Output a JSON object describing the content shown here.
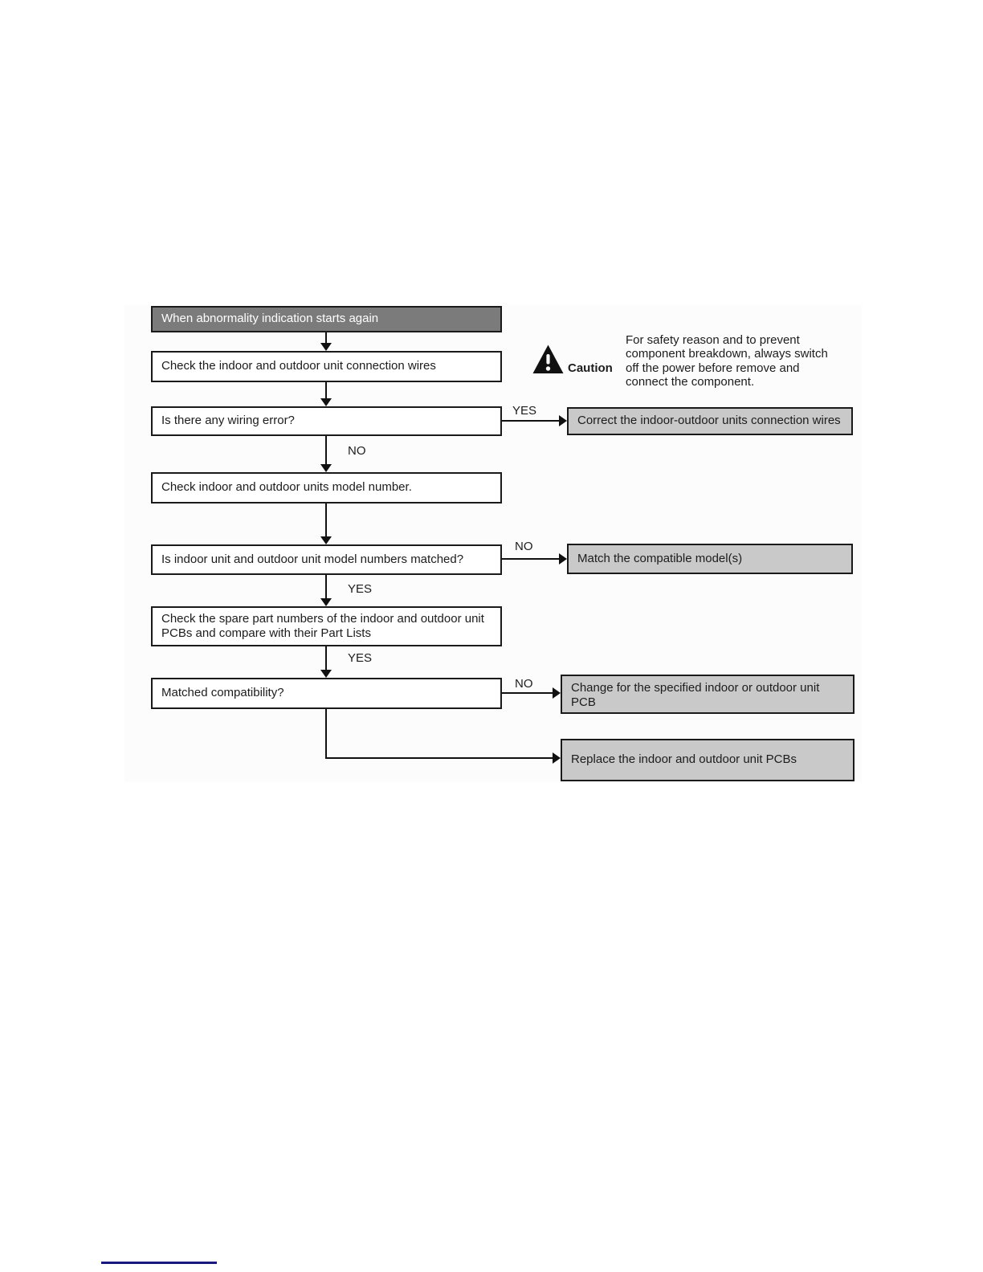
{
  "colors": {
    "page_bg": "#ffffff",
    "scan_bg": "#fcfcfc",
    "start_bg": "#7b7b7b",
    "start_text": "#ffffff",
    "process_bg": "#ffffff",
    "action_bg": "#c9c9c9",
    "border": "#1a1a1a",
    "text": "#1c1c1c",
    "line": "#111111",
    "footer_rule": "#191980"
  },
  "labels": {
    "yes": "YES",
    "no": "NO"
  },
  "caution": {
    "title": "Caution",
    "line1": "For safety reason and to prevent",
    "line2": "component breakdown, always switch",
    "line3": "off the power before remove and",
    "line4": "connect the component."
  },
  "flow": {
    "start": "When abnormality indication starts again",
    "check_wires": "Check the indoor and outdoor unit connection wires",
    "wiring_error_q": "Is there any wiring error?",
    "correct_wires": "Correct the indoor-outdoor units connection wires",
    "check_model": "Check indoor and outdoor units model number.",
    "model_matched_q": "Is indoor unit and outdoor unit model numbers matched?",
    "match_models": "Match the compatible model(s)",
    "check_spare_parts": "Check the spare part numbers of the indoor and outdoor unit PCBs and compare with their Part Lists",
    "matched_compat_q": "Matched compatibility?",
    "change_pcb": "Change for the specified indoor or outdoor unit PCB",
    "replace_pcbs": "Replace the indoor and outdoor unit PCBs"
  }
}
